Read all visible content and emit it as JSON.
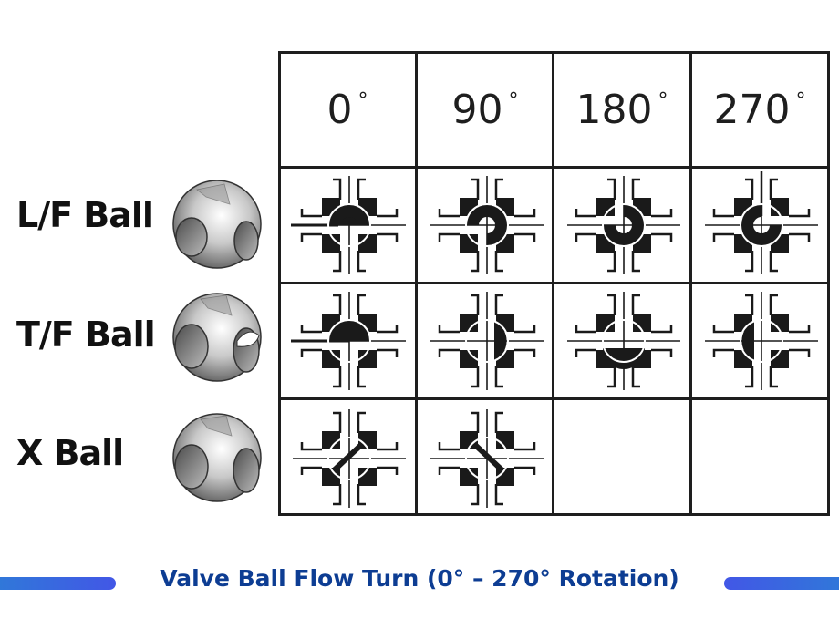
{
  "diagram": {
    "columns": [
      "0",
      "90",
      "180",
      "270"
    ],
    "degree_symbol": "°",
    "rows": [
      {
        "label": "L/F Ball",
        "positions": [
          "0",
          "90",
          "180",
          "270"
        ],
        "port_type": "L"
      },
      {
        "label": "T/F Ball",
        "positions": [
          "0",
          "90",
          "180",
          "270"
        ],
        "port_type": "T"
      },
      {
        "label": "X Ball",
        "positions": [
          "0",
          "90"
        ],
        "port_type": "X"
      }
    ],
    "empty_cells": [
      "X Ball 180°",
      "X Ball 270°"
    ]
  },
  "caption": "Valve Ball Flow Turn (0° – 270° Rotation)",
  "colors": {
    "grid": "#1e1e1e",
    "caption": "#0d3d93",
    "bar_start": "#2f7ad8",
    "bar_end": "#4257e6"
  }
}
